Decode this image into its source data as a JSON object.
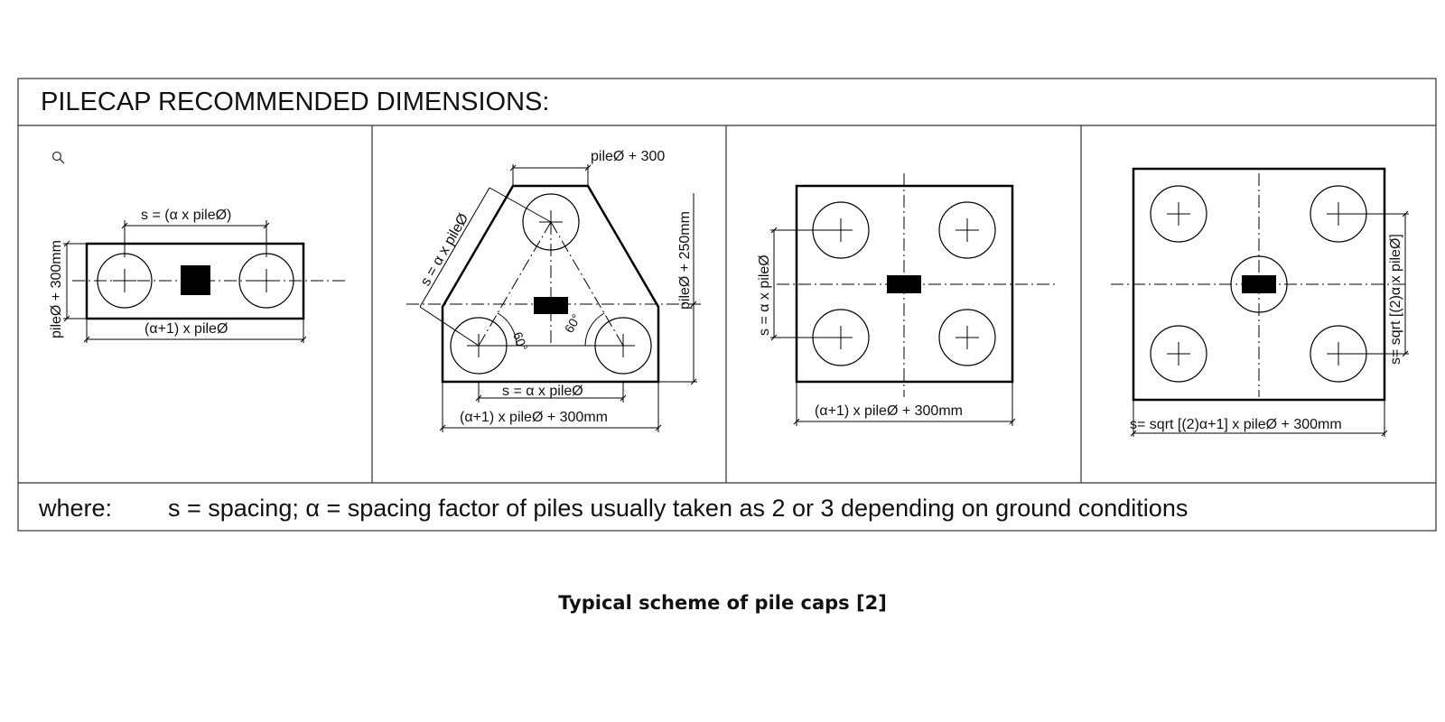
{
  "header": {
    "title": "PILECAP RECOMMENDED DIMENSIONS:"
  },
  "panels": {
    "two_pile": {
      "spacing_label": "s = (α x pileØ)",
      "height_label": "pileØ + 300mm",
      "width_label": "(α+1) x pileØ"
    },
    "three_pile": {
      "top_label": "pileØ + 300",
      "height_label": "pileØ + 250mm",
      "slant_label": "s = α x pileØ",
      "angle_left": "60°",
      "angle_right": "60°",
      "spacing_label": "s = α x pileØ",
      "width_label": "(α+1) x pileØ  + 300mm"
    },
    "four_pile": {
      "spacing_label": "s = α x pileØ",
      "width_label": "(α+1) x pileØ  + 300mm"
    },
    "five_pile": {
      "spacing_label": "s= sqrt [(2)α x pileØ]",
      "width_label": "s= sqrt [(2)α+1] x pileØ  + 300mm"
    }
  },
  "footer": {
    "where_label": "where:",
    "definition": "s = spacing; α =  spacing factor of piles usually taken as 2 or 3 depending on ground conditions"
  },
  "caption": "Typical scheme of pile caps [2]",
  "icons": {
    "zoom": "magnifier-icon"
  }
}
